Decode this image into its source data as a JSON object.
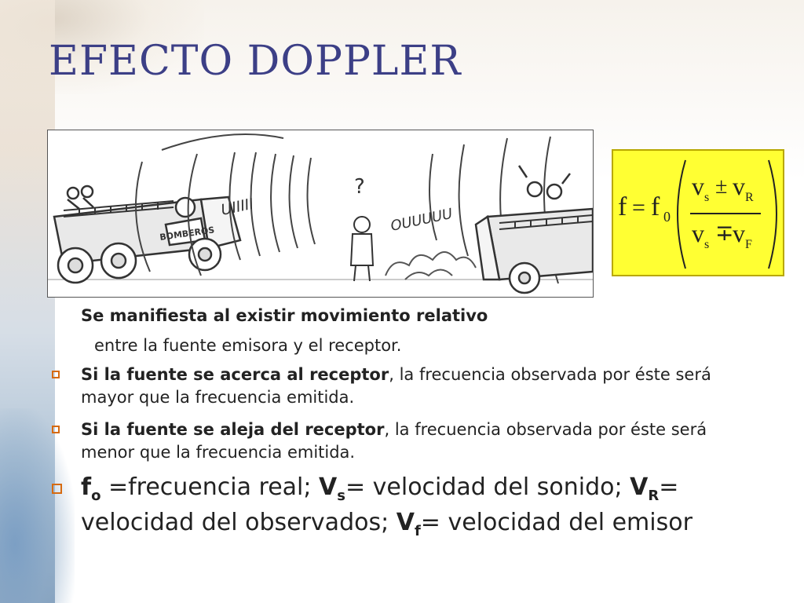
{
  "title": "EFECTO DOPPLER",
  "cartoon": {
    "truck_label": "BOMBEROS",
    "sound_approach": "UIIIII",
    "sound_recede": "OUUUUU",
    "question": "?"
  },
  "formula": {
    "lhs": "f",
    "eq": "=",
    "f0_base": "f",
    "f0_sub": "0",
    "num_v1": "v",
    "num_v1_sub": "s",
    "num_op": "±",
    "num_v2": "v",
    "num_v2_sub": "R",
    "den_v1": "v",
    "den_v1_sub": "s",
    "den_op": "∓",
    "den_v2": "v",
    "den_v2_sub": "F"
  },
  "intro": {
    "line1": "Se manifiesta al existir movimiento relativo",
    "line2": "entre la fuente emisora y el receptor."
  },
  "bullets": [
    {
      "bold": "Si la fuente se acerca al receptor",
      "rest": ", la frecuencia observada por éste será mayor que la frecuencia emitida."
    },
    {
      "bold": "Si la fuente se aleja del receptor",
      "rest": ", la frecuencia observada por éste será menor que la frecuencia emitida."
    }
  ],
  "legend": {
    "f_sym": "f",
    "f_sub": "o",
    "f_desc": " =frecuencia real; ",
    "vs_sym": "V",
    "vs_sub": "s",
    "vs_desc": "= velocidad del sonido; ",
    "vr_sym": "V",
    "vr_sub": "R",
    "vr_desc": "= velocidad del observados; ",
    "vf_sym": "V",
    "vf_sub": "f",
    "vf_desc": "= velocidad del emisor"
  },
  "colors": {
    "title": "#3c3f86",
    "bullet_marker": "#d66a10",
    "formula_bg": "#ffff33"
  }
}
